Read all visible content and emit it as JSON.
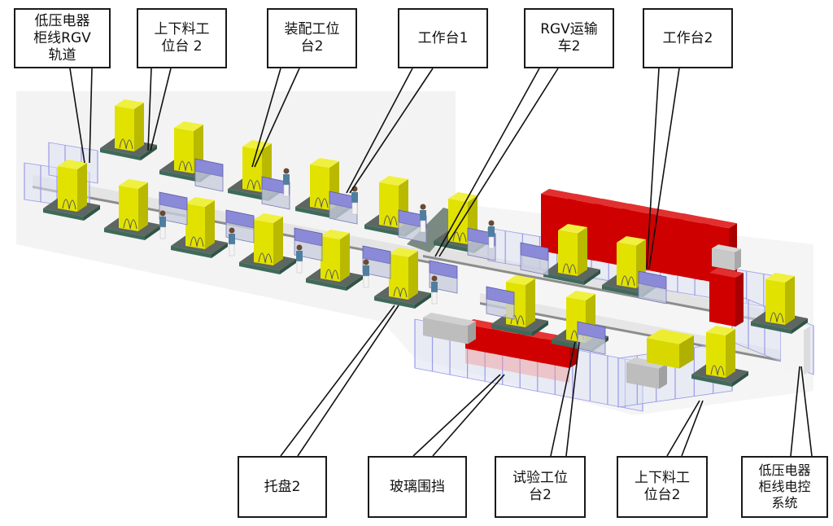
{
  "title": "低压电器柜线生产线布局示意图",
  "colors": {
    "cabinet_yellow": "#e6e600",
    "cabinet_red": "#d40000",
    "workbench_purple": "#8a8ad8",
    "fence_blue": "#9a9ae8",
    "floor": "#f2f2f2",
    "label_border": "#1a1a1a"
  },
  "callouts": [
    {
      "id": "rgv-track",
      "text": "低压电器\n柜线RGV\n轨道"
    },
    {
      "id": "loading-station-2-top",
      "text": "上下料工\n位台 2"
    },
    {
      "id": "assembly-station-2",
      "text": "装配工位\n台2"
    },
    {
      "id": "workbench-1",
      "text": "工作台1"
    },
    {
      "id": "rgv-vehicle-2",
      "text": "RGV运输\n车2"
    },
    {
      "id": "workbench-2",
      "text": "工作台2"
    },
    {
      "id": "pallet-2",
      "text": "托盘2"
    },
    {
      "id": "glass-enclosure",
      "text": "玻璃围挡"
    },
    {
      "id": "test-station-2",
      "text": "试验工位\n台2"
    },
    {
      "id": "loading-station-2-bottom",
      "text": "上下料工\n位台2"
    },
    {
      "id": "control-system",
      "text": "低压电器\n柜线电控\n系统"
    }
  ]
}
